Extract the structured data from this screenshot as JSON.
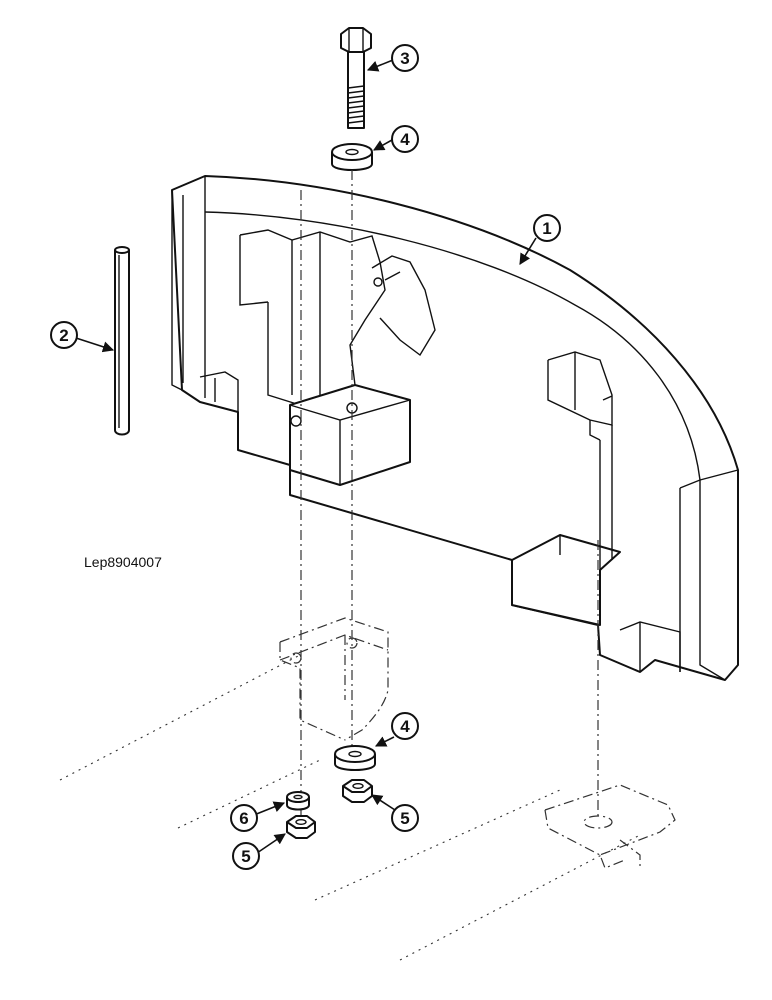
{
  "diagram": {
    "drawing_code": "Lep8904007",
    "callouts": [
      {
        "id": "c3",
        "number": "3"
      },
      {
        "id": "c4a",
        "number": "4"
      },
      {
        "id": "c1",
        "number": "1"
      },
      {
        "id": "c2",
        "number": "2"
      },
      {
        "id": "c4b",
        "number": "4"
      },
      {
        "id": "c6",
        "number": "6"
      },
      {
        "id": "c5a",
        "number": "5"
      },
      {
        "id": "c5b",
        "number": "5"
      }
    ]
  }
}
